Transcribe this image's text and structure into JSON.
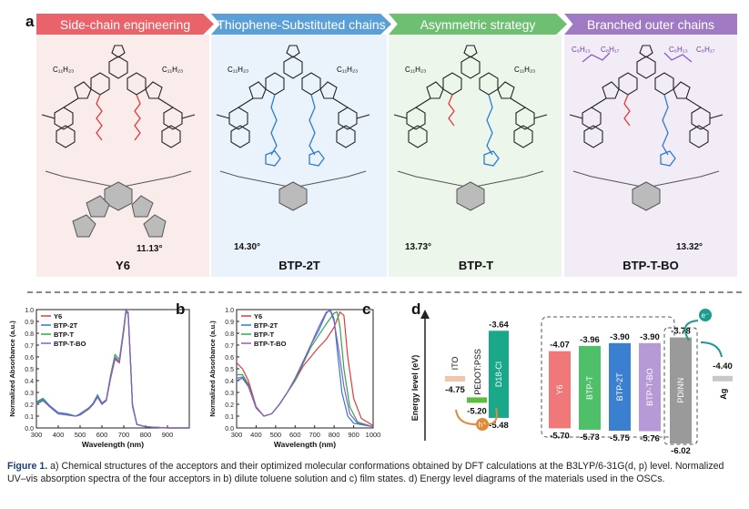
{
  "panel_a": {
    "letter": "a",
    "banners": [
      {
        "label": "Side-chain engineering",
        "color": "#e8636a"
      },
      {
        "label": "Thiophene-Substituted chains",
        "color": "#5b9fd6"
      },
      {
        "label": "Asymmetric strategy",
        "color": "#6fbf73"
      },
      {
        "label": "Branched outer chains",
        "color": "#a07bc4"
      }
    ],
    "molecules": [
      {
        "name": "Y6",
        "angle": "11.13°",
        "chain_left": "C₁₁H₂₃",
        "chain_right": "C₁₁H₂₃"
      },
      {
        "name": "BTP-2T",
        "angle": "14.30°",
        "chain_left": "C₁₁H₂₃",
        "chain_right": "C₁₁H₂₃"
      },
      {
        "name": "BTP-T",
        "angle": "13.73°",
        "chain_left": "C₁₁H₂₃",
        "chain_right": "C₁₁H₂₃"
      },
      {
        "name": "BTP-T-BO",
        "angle": "13.32°",
        "chain_left": "C₆H₁₃",
        "chain_left2": "C₈H₁₇",
        "chain_right": "C₆H₁₃",
        "chain_right2": "C₈H₁₇"
      }
    ]
  },
  "chart_data": [
    {
      "panel": "b",
      "type": "line",
      "xlabel": "Wavelength (nm)",
      "ylabel": "Normalized Absorbance (a.u.)",
      "xlim": [
        300,
        1000
      ],
      "ylim": [
        0.0,
        1.0
      ],
      "xticks": [
        "300",
        "400",
        "500",
        "600",
        "700",
        "800",
        "900"
      ],
      "yticks": [
        "0.0",
        "0.1",
        "0.2",
        "0.3",
        "0.4",
        "0.5",
        "0.6",
        "0.7",
        "0.8",
        "0.9",
        "1.0"
      ],
      "series": [
        {
          "name": "Y6",
          "color": "#e03b3b",
          "x": [
            300,
            330,
            360,
            400,
            440,
            480,
            500,
            540,
            560,
            580,
            600,
            620,
            640,
            660,
            680,
            700,
            710,
            720,
            730,
            740,
            760,
            800,
            900,
            1000
          ],
          "y": [
            0.2,
            0.24,
            0.18,
            0.12,
            0.11,
            0.1,
            0.11,
            0.16,
            0.2,
            0.26,
            0.2,
            0.23,
            0.42,
            0.58,
            0.55,
            0.82,
            0.98,
            0.98,
            0.6,
            0.2,
            0.03,
            0.01,
            0.0,
            0.0
          ]
        },
        {
          "name": "BTP-2T",
          "color": "#2b7cd3",
          "x": [
            300,
            330,
            360,
            400,
            440,
            480,
            500,
            540,
            560,
            580,
            600,
            620,
            640,
            660,
            680,
            700,
            710,
            720,
            730,
            740,
            760,
            800,
            900,
            1000
          ],
          "y": [
            0.22,
            0.25,
            0.19,
            0.13,
            0.12,
            0.1,
            0.12,
            0.17,
            0.21,
            0.28,
            0.21,
            0.24,
            0.44,
            0.6,
            0.56,
            0.84,
            1.0,
            0.97,
            0.58,
            0.18,
            0.03,
            0.01,
            0.0,
            0.0
          ]
        },
        {
          "name": "BTP-T",
          "color": "#2ea84a",
          "x": [
            300,
            330,
            360,
            400,
            440,
            480,
            500,
            540,
            560,
            580,
            600,
            620,
            640,
            660,
            680,
            700,
            710,
            720,
            730,
            740,
            760,
            800,
            900,
            1000
          ],
          "y": [
            0.21,
            0.24,
            0.18,
            0.12,
            0.11,
            0.1,
            0.11,
            0.17,
            0.2,
            0.27,
            0.2,
            0.24,
            0.45,
            0.62,
            0.58,
            0.85,
            0.99,
            0.96,
            0.58,
            0.19,
            0.03,
            0.01,
            0.0,
            0.0
          ]
        },
        {
          "name": "BTP-T-BO",
          "color": "#8a5cc8",
          "x": [
            300,
            330,
            360,
            400,
            440,
            480,
            500,
            540,
            560,
            580,
            600,
            620,
            640,
            660,
            680,
            700,
            710,
            720,
            730,
            740,
            760,
            800,
            900,
            1000
          ],
          "y": [
            0.2,
            0.23,
            0.18,
            0.12,
            0.11,
            0.1,
            0.11,
            0.16,
            0.2,
            0.26,
            0.2,
            0.23,
            0.43,
            0.59,
            0.56,
            0.83,
            0.99,
            0.97,
            0.59,
            0.19,
            0.03,
            0.01,
            0.0,
            0.0
          ]
        }
      ]
    },
    {
      "panel": "c",
      "type": "line",
      "xlabel": "Wavelength (nm)",
      "ylabel": "Normalized Absorbance (a.u.)",
      "xlim": [
        300,
        1000
      ],
      "ylim": [
        0.0,
        1.0
      ],
      "xticks": [
        "300",
        "400",
        "500",
        "600",
        "700",
        "800",
        "900",
        "1000"
      ],
      "yticks": [
        "0.0",
        "0.1",
        "0.2",
        "0.3",
        "0.4",
        "0.5",
        "0.6",
        "0.7",
        "0.8",
        "0.9",
        "1.0"
      ],
      "series": [
        {
          "name": "Y6",
          "color": "#e03b3b",
          "x": [
            300,
            330,
            360,
            400,
            440,
            480,
            520,
            560,
            600,
            640,
            680,
            720,
            760,
            800,
            830,
            850,
            870,
            900,
            940,
            1000
          ],
          "y": [
            0.55,
            0.5,
            0.4,
            0.18,
            0.1,
            0.12,
            0.2,
            0.3,
            0.4,
            0.52,
            0.6,
            0.68,
            0.75,
            0.85,
            0.98,
            0.95,
            0.6,
            0.25,
            0.08,
            0.02
          ]
        },
        {
          "name": "BTP-2T",
          "color": "#2b7cd3",
          "x": [
            300,
            330,
            360,
            400,
            440,
            480,
            520,
            560,
            600,
            640,
            680,
            720,
            760,
            780,
            800,
            820,
            840,
            870,
            900,
            1000
          ],
          "y": [
            0.4,
            0.42,
            0.35,
            0.17,
            0.1,
            0.12,
            0.2,
            0.3,
            0.42,
            0.56,
            0.7,
            0.82,
            0.97,
            1.0,
            0.92,
            0.6,
            0.3,
            0.1,
            0.04,
            0.01
          ]
        },
        {
          "name": "BTP-T",
          "color": "#2ea84a",
          "x": [
            300,
            330,
            360,
            400,
            440,
            480,
            520,
            560,
            600,
            640,
            680,
            720,
            760,
            800,
            815,
            830,
            850,
            880,
            920,
            1000
          ],
          "y": [
            0.45,
            0.45,
            0.37,
            0.17,
            0.1,
            0.12,
            0.2,
            0.3,
            0.4,
            0.54,
            0.68,
            0.78,
            0.88,
            0.97,
            0.98,
            0.85,
            0.5,
            0.18,
            0.05,
            0.01
          ]
        },
        {
          "name": "BTP-T-BO",
          "color": "#8a5cc8",
          "x": [
            300,
            330,
            360,
            400,
            440,
            480,
            520,
            560,
            600,
            640,
            680,
            720,
            760,
            780,
            800,
            820,
            850,
            880,
            920,
            1000
          ],
          "y": [
            0.42,
            0.43,
            0.36,
            0.17,
            0.1,
            0.12,
            0.2,
            0.3,
            0.42,
            0.55,
            0.7,
            0.85,
            0.98,
            0.99,
            0.9,
            0.7,
            0.35,
            0.12,
            0.04,
            0.01
          ]
        }
      ]
    },
    {
      "panel": "d",
      "type": "bar",
      "ylabel": "Energy level (eV)",
      "items": [
        {
          "name": "ITO",
          "lumo": null,
          "homo": -4.75,
          "color": "#f2c6a8"
        },
        {
          "name": "PEDOT:PSS",
          "lumo": null,
          "homo": -5.2,
          "color": "#5cbf3a"
        },
        {
          "name": "D18-Cl",
          "lumo": -3.64,
          "homo": -5.48,
          "color": "#1aa88a"
        },
        {
          "name": "Y6",
          "lumo": -4.07,
          "homo": -5.7,
          "color": "#f07878"
        },
        {
          "name": "BTP-T",
          "lumo": -3.96,
          "homo": -5.73,
          "color": "#4fbf6a"
        },
        {
          "name": "BTP-2T",
          "lumo": -3.9,
          "homo": -5.75,
          "color": "#3b7fd0"
        },
        {
          "name": "BTP-T-BO",
          "lumo": -3.9,
          "homo": -5.76,
          "color": "#b59ad6"
        },
        {
          "name": "PDINN",
          "lumo": -3.78,
          "homo": -6.02,
          "color": "#9a9a9a"
        },
        {
          "name": "Ag",
          "lumo": null,
          "homo": -4.4,
          "color": "#c8c8c8"
        }
      ],
      "labels": {
        "ito": "-4.75",
        "pedot": "-5.20",
        "d18_top": "-3.64",
        "d18_bot": "-5.48",
        "y6_top": "-4.07",
        "y6_bot": "-5.70",
        "btpt_top": "-3.96",
        "btpt_bot": "-5.73",
        "btp2t_top": "-3.90",
        "btp2t_bot": "-5.75",
        "btptbo_top": "-3.90",
        "btptbo_bot": "-5.76",
        "pdinn_top": "-3.78",
        "pdinn_bot": "-6.02",
        "ag": "-4.40",
        "electron": "e⁻",
        "hole": "h⁺"
      }
    }
  ],
  "panel_letters": {
    "b": "b",
    "c": "c",
    "d": "d"
  },
  "caption": {
    "fig": "Figure 1.",
    "text": " a) Chemical structures of the acceptors and their optimized molecular conformations obtained by DFT calculations at the B3LYP/6-31G(d, p) level. Normalized UV–vis absorption spectra of the four acceptors in b) dilute toluene solution and c) film states. d) Energy level diagrams of the materials used in the OSCs."
  }
}
